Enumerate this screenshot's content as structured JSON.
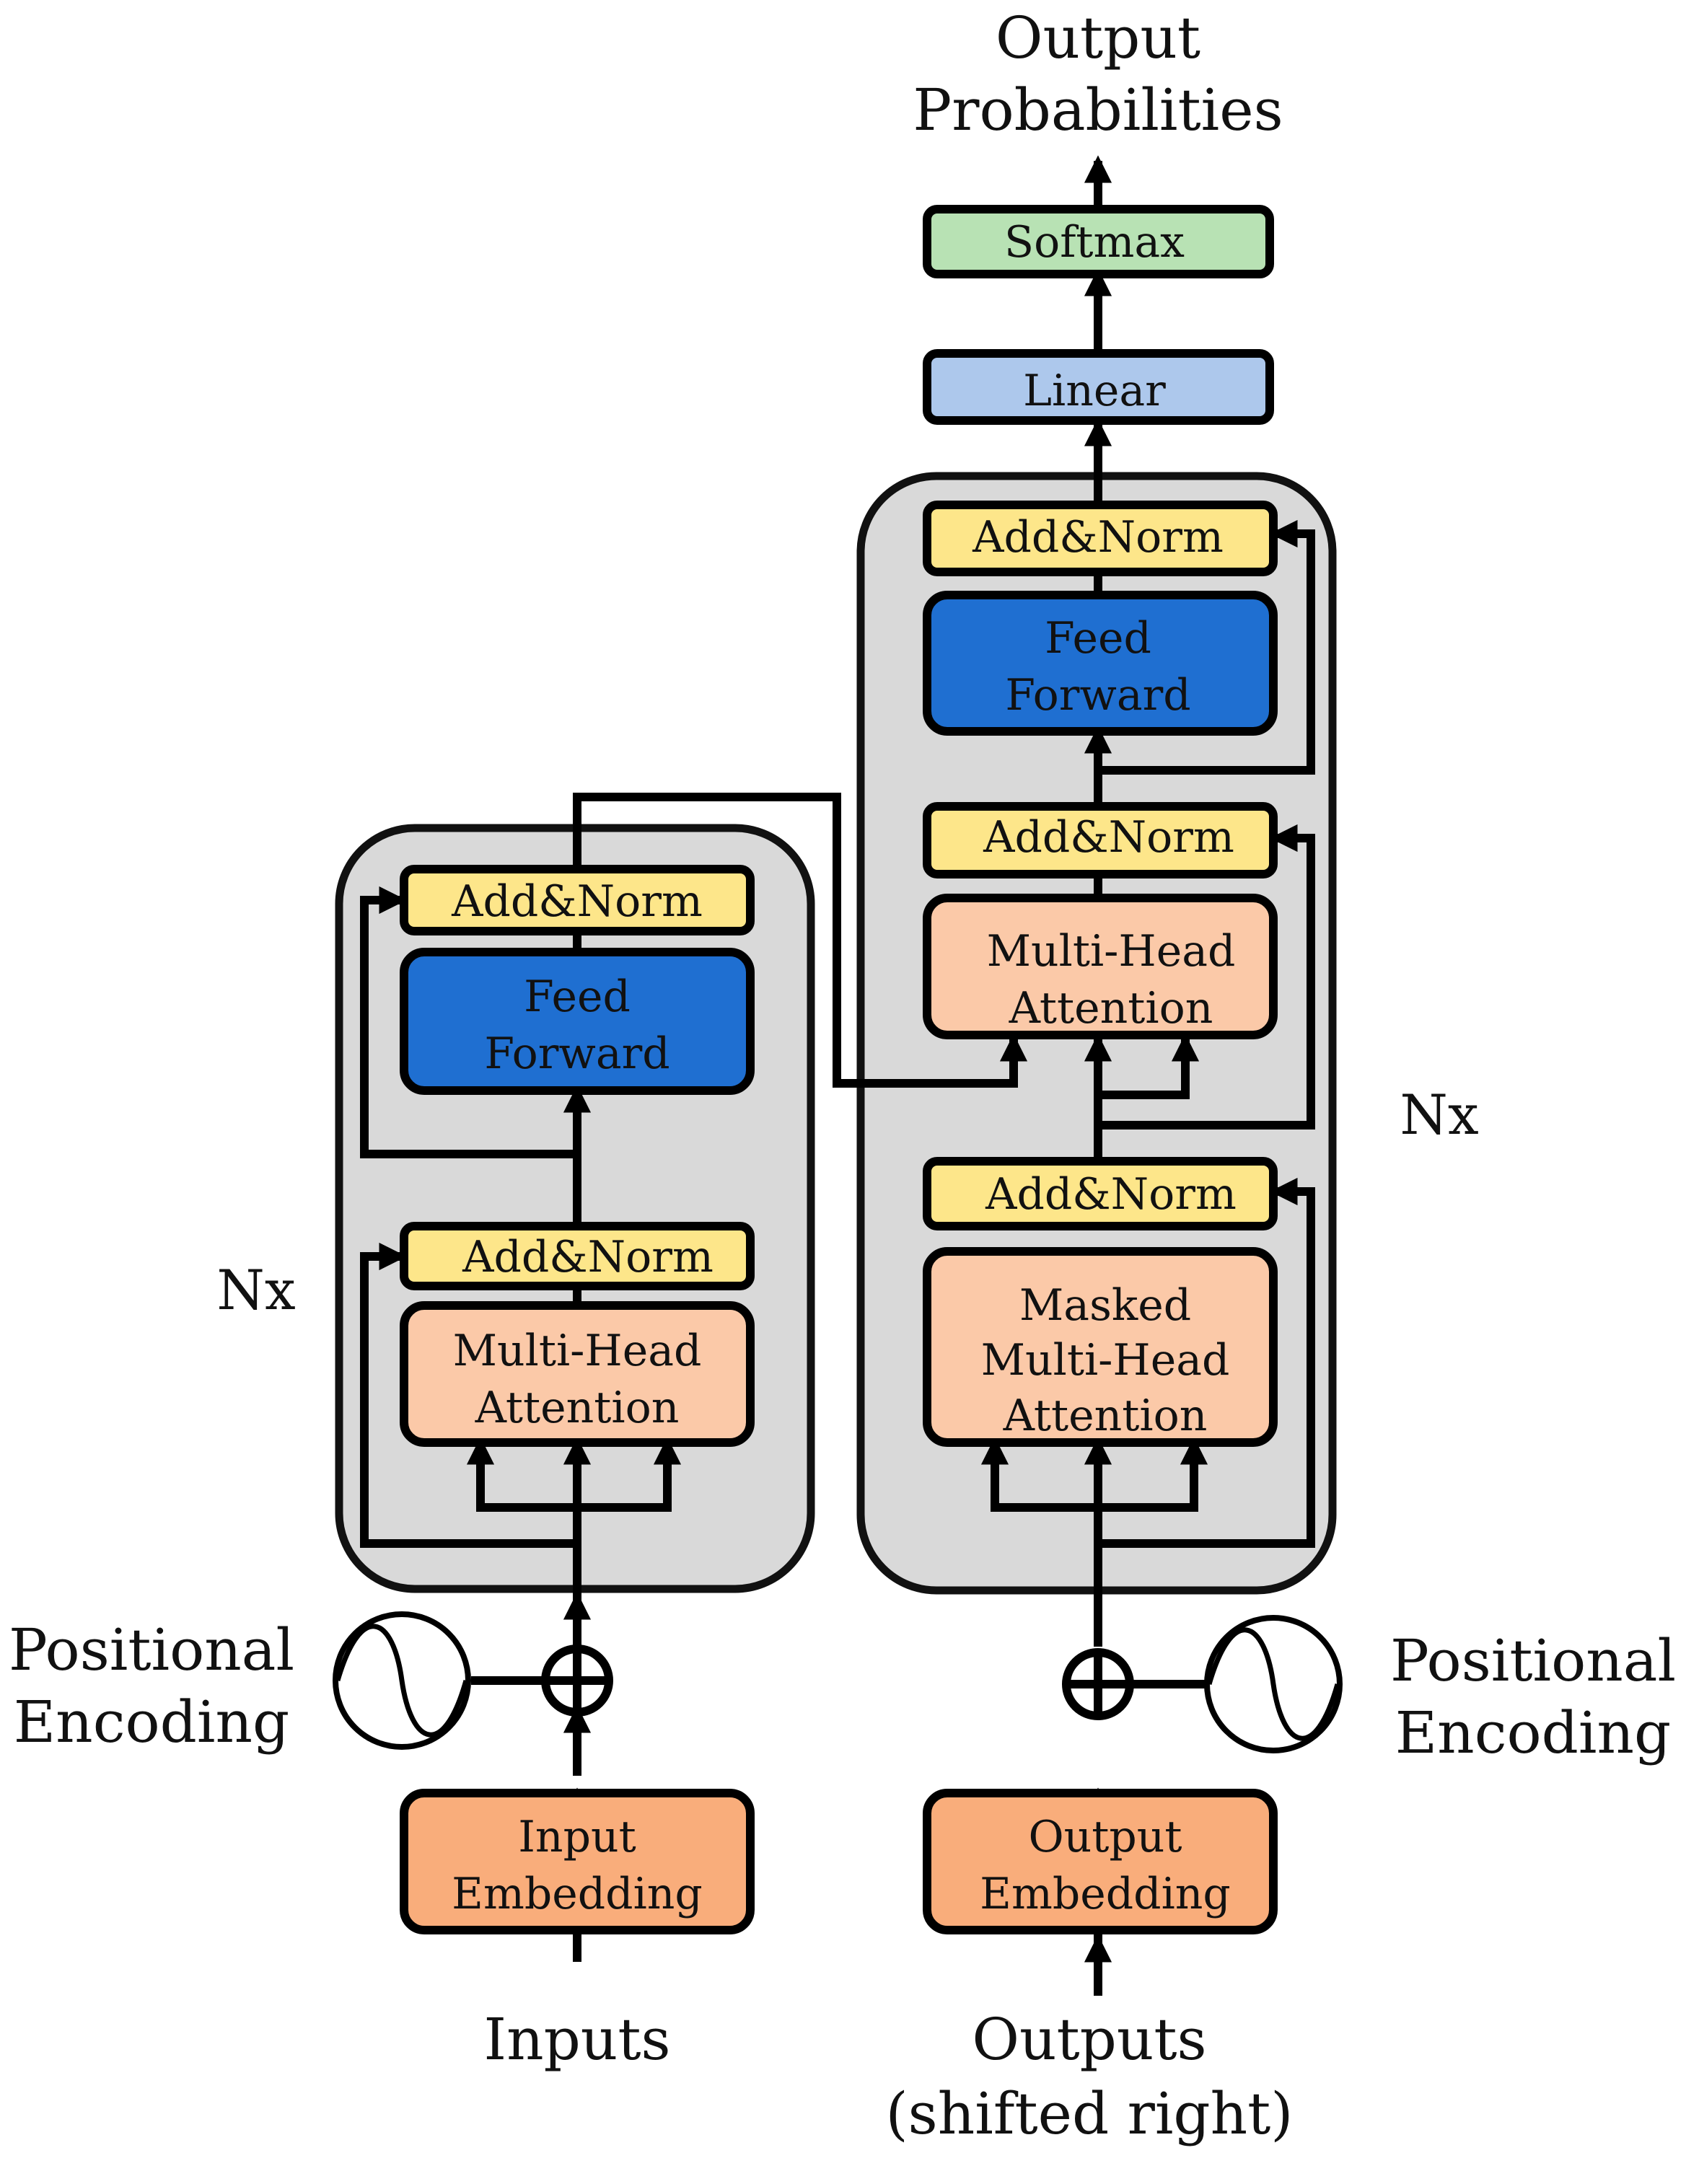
{
  "colors": {
    "stack_bg": "#d9d9d9",
    "add_norm": "#fde68a",
    "feed_forward": "#1f6fd1",
    "attention": "#fbc9a8",
    "embedding": "#f9ad7b",
    "linear": "#adc8ec",
    "softmax": "#b8e2b4"
  },
  "encoder": {
    "nx": "Nx",
    "add_norm_top": "Add&Norm",
    "feed_forward": [
      "Feed",
      "Forward"
    ],
    "add_norm_bottom": "Add&Norm",
    "attention": [
      "Multi-Head",
      "Attention"
    ],
    "positional_encoding": [
      "Positional",
      "Encoding"
    ],
    "embedding": [
      "Input",
      "Embedding"
    ],
    "input_label": "Inputs"
  },
  "decoder": {
    "nx": "Nx",
    "add_norm_top": "Add&Norm",
    "feed_forward": [
      "Feed",
      "Forward"
    ],
    "add_norm_middle": "Add&Norm",
    "cross_attention": [
      "Multi-Head",
      "Attention"
    ],
    "add_norm_bottom": "Add&Norm",
    "masked_attention": [
      "Masked",
      "Multi-Head",
      "Attention"
    ],
    "positional_encoding": [
      "Positional",
      "Encoding"
    ],
    "embedding": [
      "Output",
      "Embedding"
    ],
    "input_label": [
      "Outputs",
      "(shifted right)"
    ]
  },
  "head": {
    "linear": "Linear",
    "softmax": "Softmax",
    "output_label": [
      "Output",
      "Probabilities"
    ]
  },
  "icons": {
    "positional_wave": "sine-wave-circle-icon",
    "adder": "circled-plus-icon",
    "arrow": "arrowhead-icon"
  }
}
